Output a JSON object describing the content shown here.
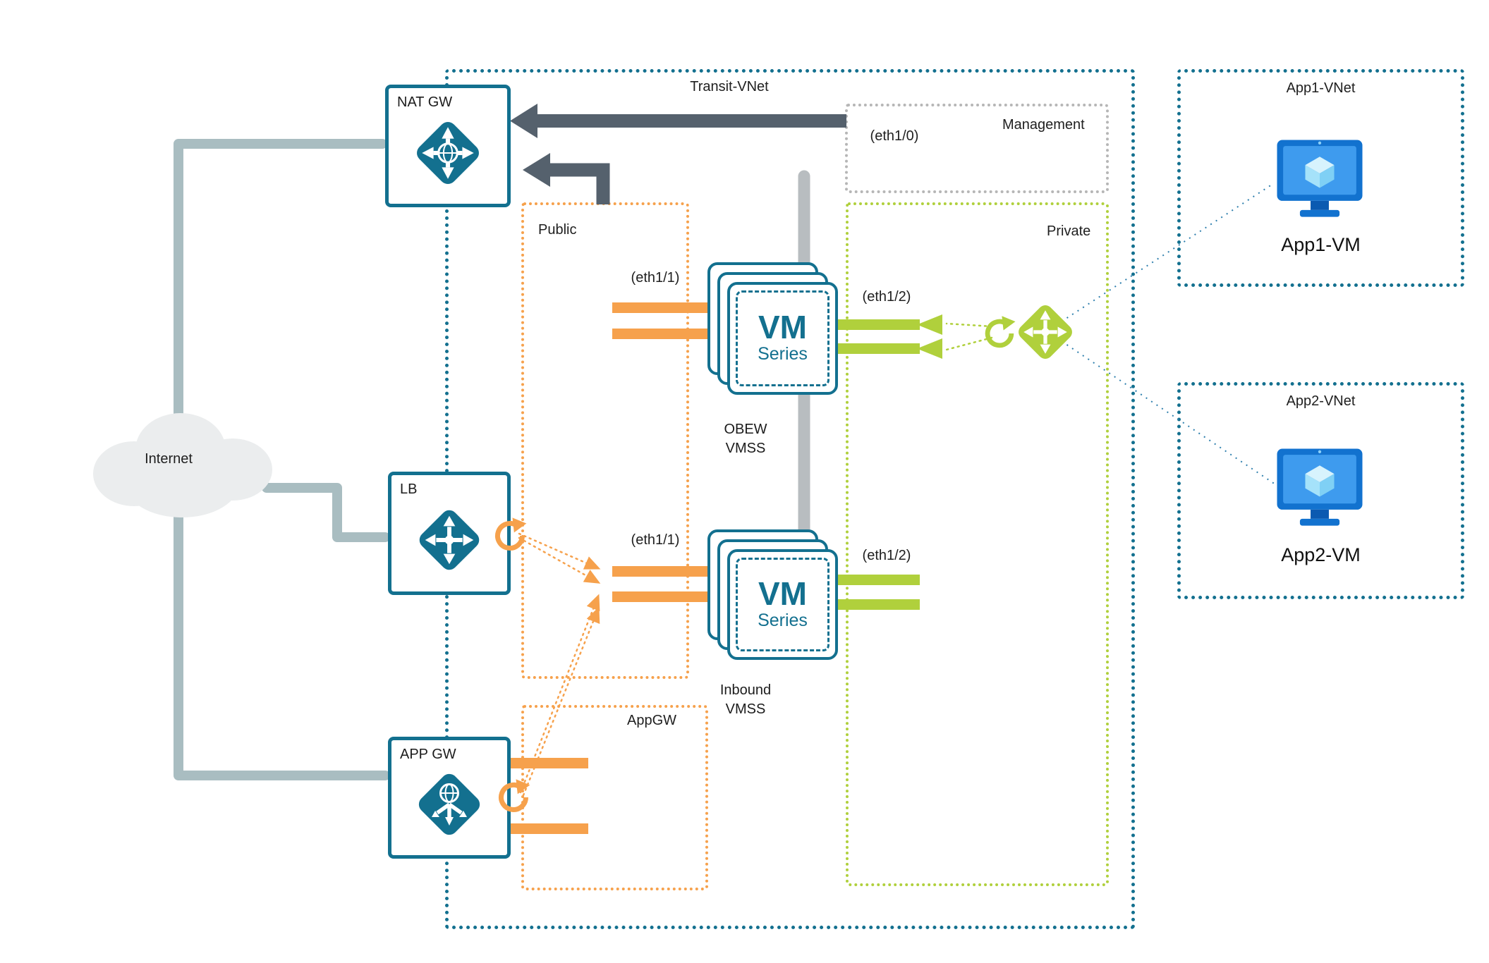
{
  "diagram": {
    "internet_label": "Internet",
    "transit_label": "Transit-VNet"
  },
  "nodes": {
    "natgw": {
      "label": "NAT GW"
    },
    "lb": {
      "label": "LB"
    },
    "appgw": {
      "label": "APP GW"
    }
  },
  "subnets": {
    "management": {
      "label": "Management",
      "eth": "(eth1/0)"
    },
    "public": {
      "label": "Public"
    },
    "appgw": {
      "label": "AppGW"
    },
    "private": {
      "label": "Private"
    }
  },
  "vmss": {
    "obew": {
      "title": "VM",
      "subtitle": "Series",
      "eth_left": "(eth1/1)",
      "eth_right": "(eth1/2)",
      "caption1": "OBEW",
      "caption2": "VMSS"
    },
    "inbound": {
      "title": "VM",
      "subtitle": "Series",
      "eth_left": "(eth1/1)",
      "eth_right": "(eth1/2)",
      "caption1": "Inbound",
      "caption2": "VMSS"
    }
  },
  "spokes": {
    "app1": {
      "vnet": "App1-VNet",
      "vm": "App1-VM"
    },
    "app2": {
      "vnet": "App2-VNet",
      "vm": "App2-VM"
    }
  },
  "colors": {
    "teal": "#13708f",
    "orange": "#f6a14c",
    "green": "#b0d03c",
    "management_gray": "#b6b6b6",
    "dark_arrow": "#55616d",
    "internet_link": "#a9bdc1",
    "azure_blue": "#1272cf"
  }
}
